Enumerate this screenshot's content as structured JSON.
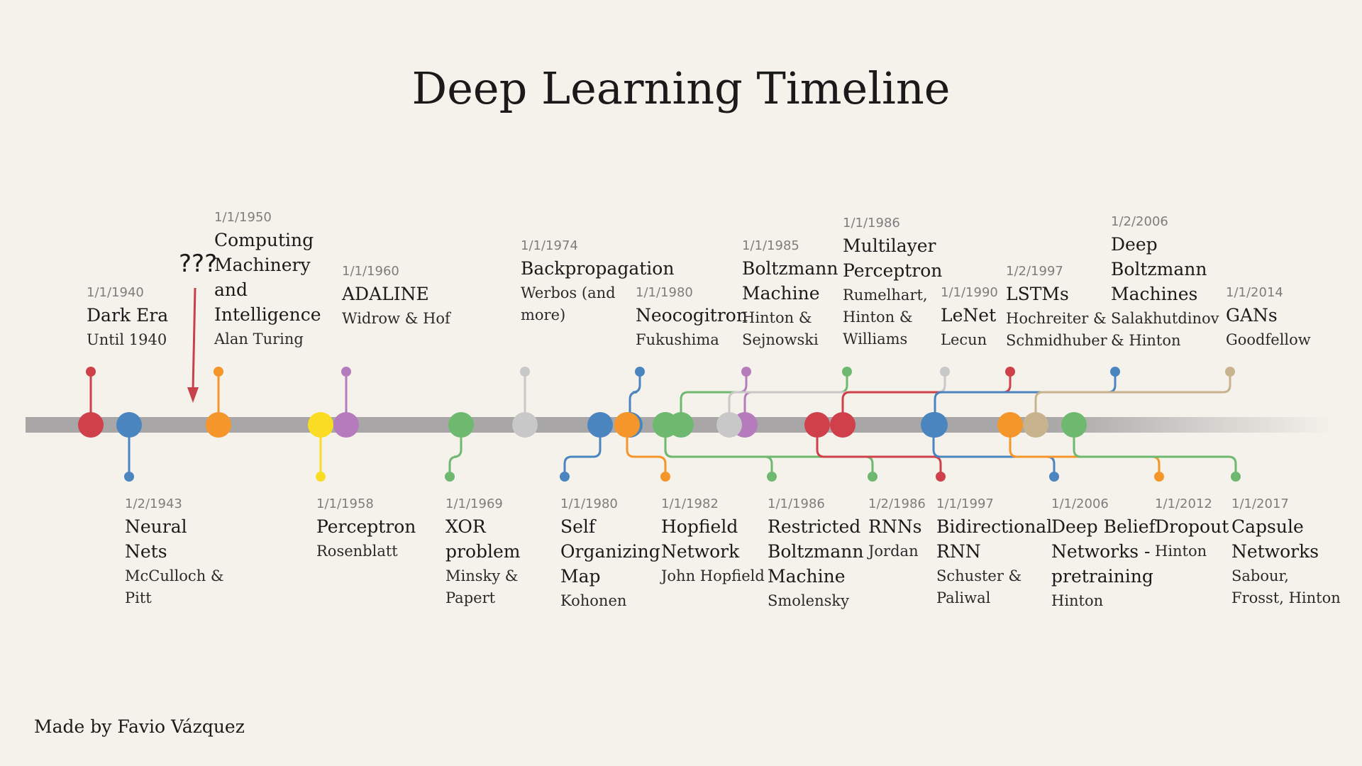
{
  "title": "Deep Learning Timeline",
  "credit": "Made by Favio Vázquez",
  "question_mark": "???",
  "colors": {
    "red": "#d0404a",
    "blue": "#4a85c0",
    "orange": "#f5962a",
    "yellow": "#fbdc24",
    "purple": "#b57bbd",
    "green": "#6fb870",
    "gray": "#c8c8c8",
    "tan": "#c8b38f",
    "axis": "#a8a6a6"
  },
  "events": [
    {
      "date": "1/1/1940",
      "title": "Dark Era",
      "person": "Until 1940",
      "color": "red",
      "side": "top"
    },
    {
      "date": "1/2/1943",
      "title": "Neural Nets",
      "person": "McCulloch & Pitt",
      "color": "blue",
      "side": "bottom"
    },
    {
      "date": "1/1/1950",
      "title": "Computing Machinery and Intelligence",
      "person": "Alan Turing",
      "color": "orange",
      "side": "top"
    },
    {
      "date": "1/1/1958",
      "title": "Perceptron",
      "person": "Rosenblatt",
      "color": "yellow",
      "side": "bottom"
    },
    {
      "date": "1/1/1960",
      "title": "ADALINE",
      "person": "Widrow & Hof",
      "color": "purple",
      "side": "top"
    },
    {
      "date": "1/1/1969",
      "title": "XOR problem",
      "person": "Minsky & Papert",
      "color": "green",
      "side": "bottom"
    },
    {
      "date": "1/1/1974",
      "title": "Backpropagation",
      "person": "Werbos (and more)",
      "color": "gray",
      "side": "top"
    },
    {
      "date": "1/1/1980",
      "title": "Neocogitron",
      "person": "Fukushima",
      "color": "blue",
      "side": "top"
    },
    {
      "date": "1/1/1980",
      "title": "Self Organizing Map",
      "person": "Kohonen",
      "color": "blue",
      "side": "bottom"
    },
    {
      "date": "1/1/1982",
      "title": "Hopfield Network",
      "person": "John Hopfield",
      "color": "orange",
      "side": "bottom"
    },
    {
      "date": "1/1/1985",
      "title": "Boltzmann Machine",
      "person": "Hinton & Sejnowski",
      "color": "purple",
      "side": "top"
    },
    {
      "date": "1/1/1986",
      "title": "Restricted Boltzmann Machine",
      "person": "Smolensky",
      "color": "green",
      "side": "bottom"
    },
    {
      "date": "1/1/1986",
      "title": "Multilayer Perceptron",
      "person": "Rumelhart, Hinton & Williams",
      "color": "green",
      "side": "top"
    },
    {
      "date": "1/2/1986",
      "title": "RNNs",
      "person": "Jordan",
      "color": "green",
      "side": "bottom"
    },
    {
      "date": "1/1/1990",
      "title": "LeNet",
      "person": "Lecun",
      "color": "gray",
      "side": "top"
    },
    {
      "date": "1/1/1997",
      "title": "Bidirectional RNN",
      "person": "Schuster & Paliwal",
      "color": "red",
      "side": "bottom"
    },
    {
      "date": "1/2/1997",
      "title": "LSTMs",
      "person": "Hochreiter & Schmidhuber",
      "color": "red",
      "side": "top"
    },
    {
      "date": "1/1/2006",
      "title": "Deep Belief Networks - pretraining",
      "person": "Hinton",
      "color": "blue",
      "side": "bottom"
    },
    {
      "date": "1/2/2006",
      "title": "Deep Boltzmann Machines",
      "person": "Salakhutdinov & Hinton",
      "color": "blue",
      "side": "top"
    },
    {
      "date": "1/1/2012",
      "title": "Dropout",
      "person": "Hinton",
      "color": "orange",
      "side": "bottom"
    },
    {
      "date": "1/1/2014",
      "title": "GANs",
      "person": "Goodfellow",
      "color": "tan",
      "side": "top"
    },
    {
      "date": "1/1/2017",
      "title": "Capsule Networks",
      "person": "Sabour, Frosst, Hinton",
      "color": "green",
      "side": "bottom"
    }
  ]
}
